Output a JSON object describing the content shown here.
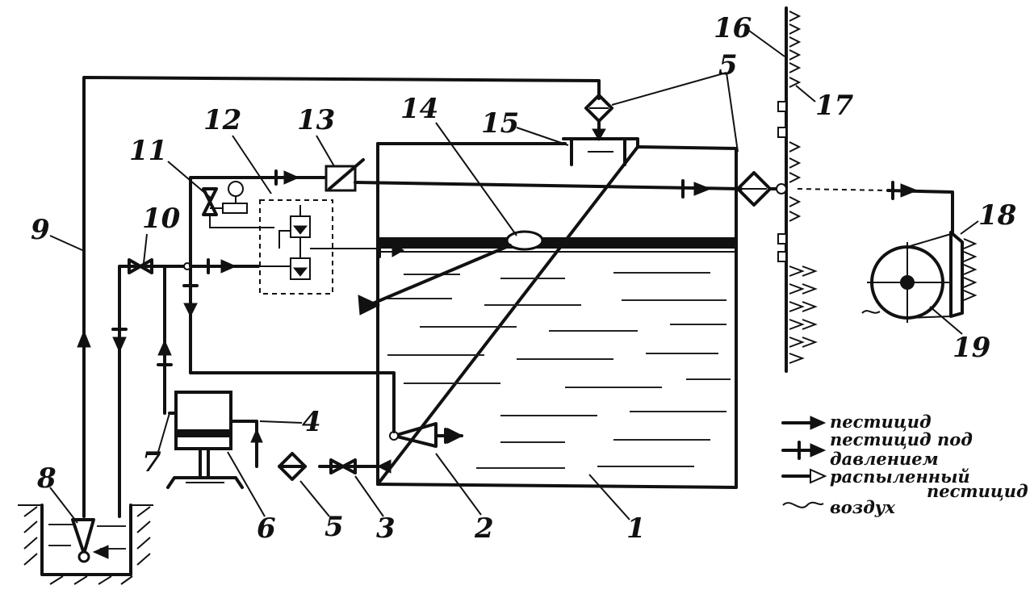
{
  "labels": {
    "n1": "1",
    "n2": "2",
    "n3": "3",
    "n4": "4",
    "n5_bottom": "5",
    "n5_top": "5",
    "n6": "6",
    "n7": "7",
    "n8": "8",
    "n9": "9",
    "n10": "10",
    "n11": "11",
    "n12": "12",
    "n13": "13",
    "n14": "14",
    "n15": "15",
    "n16": "16",
    "n17": "17",
    "n18": "18",
    "n19": "19"
  },
  "legend": {
    "pesticide": "пестицид",
    "pressurized_line1": "пестицид под",
    "pressurized_line2": "давлением",
    "sprayed_line1": "распыленный",
    "sprayed_line2": "пестицид",
    "air": "воздух"
  }
}
